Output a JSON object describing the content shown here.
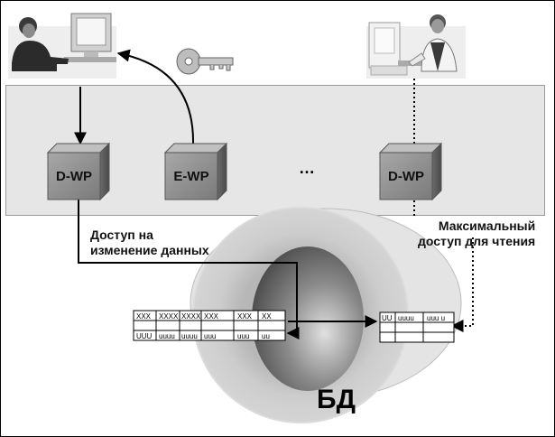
{
  "nodes": {
    "wp_left": "D-WP",
    "wp_middle": "E-WP",
    "wp_right": "D-WP",
    "ellipsis": "…"
  },
  "labels": {
    "write_access_line1": "Доступ на",
    "write_access_line2": "изменение данных",
    "read_access_line1": "Максимальный",
    "read_access_line2": "доступ для чтения"
  },
  "database": {
    "label": "БД"
  },
  "table_left": {
    "row1": [
      "XXX",
      "XXXX",
      "XXXX",
      "XXX",
      "",
      "XXX",
      "XX"
    ],
    "row2": [
      "UUU",
      "uuuu",
      "uuuu",
      "uuu",
      "",
      "uuu",
      "uu"
    ]
  },
  "table_right": {
    "row1": [
      "UU",
      "uuuu",
      "uuu u"
    ]
  },
  "icons": {
    "left_user": "office-worker-at-computer-icon",
    "right_user": "office-worker-at-computer-icon",
    "key": "key-icon"
  }
}
